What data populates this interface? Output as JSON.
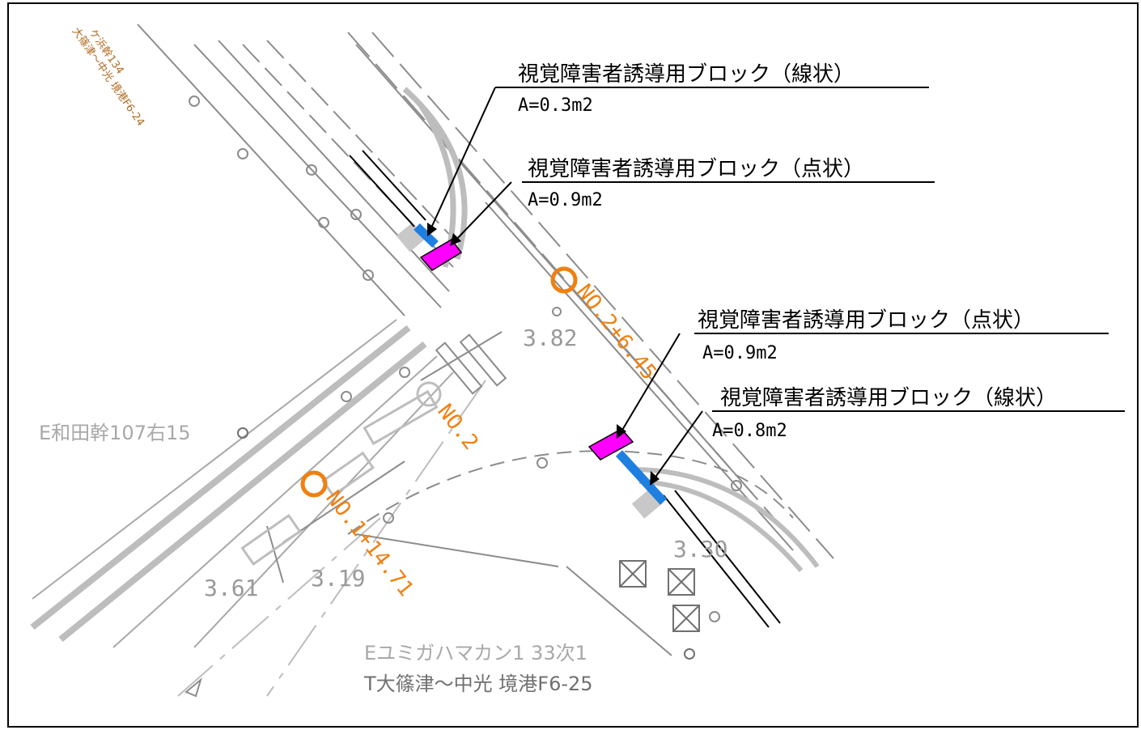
{
  "callouts": [
    {
      "title": "視覚障害者誘導用ブロック（線状）",
      "area": "A=0.3m2"
    },
    {
      "title": "視覚障害者誘導用ブロック（点状）",
      "area": "A=0.9m2"
    },
    {
      "title": "視覚障害者誘導用ブロック（点状）",
      "area": "A=0.9m2"
    },
    {
      "title": "視覚障害者誘導用ブロック（線状）",
      "area": "A=0.8m2"
    }
  ],
  "elevations": [
    "3.82",
    "3.61",
    "3.19",
    "3.30"
  ],
  "stations": [
    "NO.2+6.45",
    "NO.2",
    "NO.1+14.71"
  ],
  "references": {
    "left": "E和田幹107右15",
    "bottom_line1": "Eユミガハマカン1 33次1",
    "bottom_line2": "T大篠津～中光 境港F6-25"
  },
  "benchmark": {
    "line1": "ケ浜幹134",
    "line2": "大篠津～中光 境港F6-24"
  },
  "colors": {
    "linear_block": "#1e7fe0",
    "dot_block": "#ff00ff",
    "station": "#f08010",
    "road_line": "#a0a0a0",
    "leader": "#000000"
  }
}
